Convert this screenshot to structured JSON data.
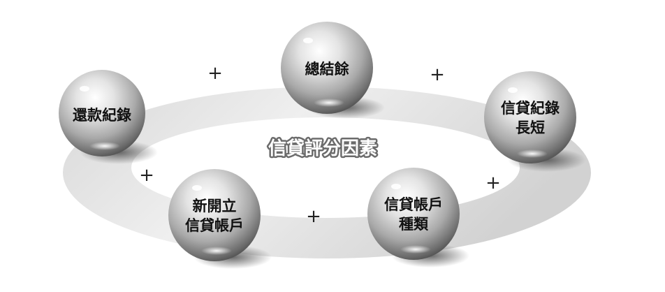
{
  "center_title": "信貸評分因素",
  "factors": [
    {
      "label_lines": [
        "還款紀錄"
      ]
    },
    {
      "label_lines": [
        "總結餘"
      ]
    },
    {
      "label_lines": [
        "信貸紀錄",
        "長短"
      ]
    },
    {
      "label_lines": [
        "信貸帳戶",
        "種類"
      ]
    },
    {
      "label_lines": [
        "新開立",
        "信貸帳戶"
      ]
    }
  ],
  "connector_symbol": "+"
}
